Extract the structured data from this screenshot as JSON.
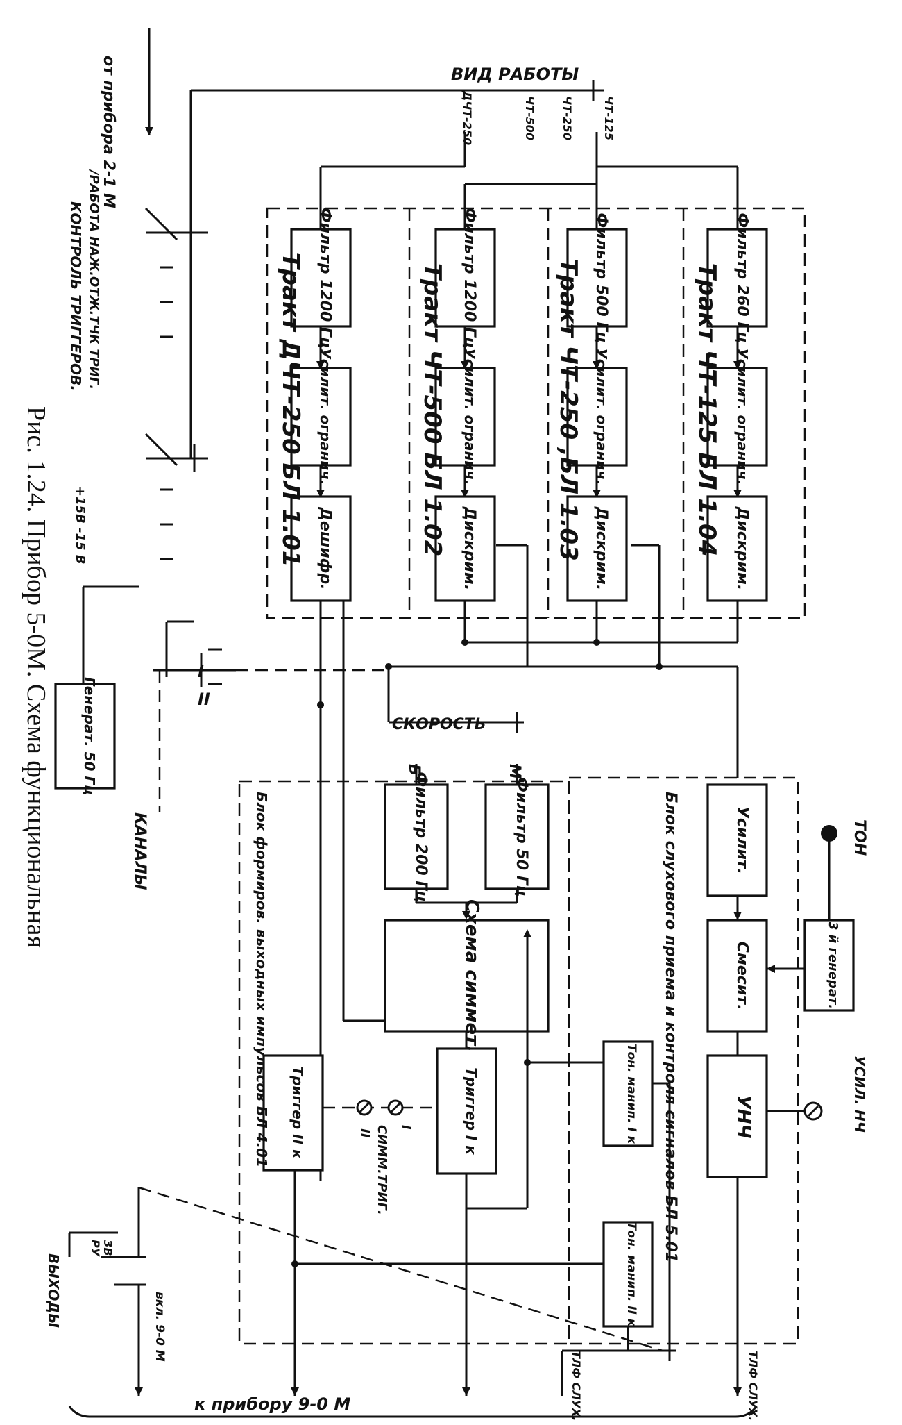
{
  "caption": "Рис. 1.24. Прибор 5-0М. Схема функциональная",
  "left_labels": {
    "from_device": "от прибора 2-1 М",
    "work_trig": "/РАБОТА НАЖ.ОТЖ.ТЧК ТРИГ.",
    "control_triggers": "КОНТРОЛЬ ТРИГГЕРОВ.",
    "power": "+15В -15 В",
    "generator": "Генерат. 50 Гц",
    "channels": "КАНАЛЫ",
    "outputs": "ВЫХОДЫ",
    "out_switch_top": "ЗВ",
    "out_switch_bottom": "РУ",
    "out_on": "вкл. 9-0 М"
  },
  "top": {
    "mode": "ВИД РАБОТЫ",
    "mode_taps": [
      "ДЧТ-250",
      "ЧТ-500",
      "ЧТ-250",
      "ЧТ-125"
    ]
  },
  "paths": [
    {
      "title": "Тракт ДЧТ-250   БЛ 1.01",
      "filter": "Фильтр 1200 Гц",
      "amp": "Усилит. огранич.",
      "last": "Дешифр."
    },
    {
      "title": "Тракт ЧТ-500   БЛ 1.02",
      "filter": "Фильтр 1200 Гц",
      "amp": "Усилит. огранич.",
      "last": "Дискрим."
    },
    {
      "title": "Тракт ЧТ-250 ,БЛ 1.03",
      "filter": "Фильтр 500 Гц",
      "amp": "Усилит. огранич.",
      "last": "Дискрим."
    },
    {
      "title": "Тракт ЧТ-125   БЛ 1.04",
      "filter": "Фильтр 260 Гц",
      "amp": "Усилит. огранич.",
      "last": "Дискрим."
    }
  ],
  "roman": {
    "one": "I",
    "two": "II"
  },
  "speed": {
    "label": "СКОРОСТЬ",
    "b": "Б",
    "m": "М"
  },
  "output_block": {
    "title": "Блок формиров. выходных импульсов БЛ 4.01",
    "filter200": "Фильтр 200 Гц",
    "filter50": "Фильтр 50 Гц",
    "sym": "Схема симмет.",
    "trig2": "Триггер II к",
    "trig1": "Триггер I к",
    "sym_trig": "СИММ.ТРИГ.",
    "sym_i": "I",
    "sym_ii": "II"
  },
  "listen_block": {
    "title": "Блок слухового приема и контроля сигналов БЛ 5.01",
    "amp": "Усилит.",
    "mixer": "Смесит.",
    "lfa": "УНЧ",
    "gen3": "3 й генерат.",
    "tone_man1": "Тон. манип. I к",
    "tone_man2": "Тон. манип. II к"
  },
  "right_labels": {
    "tone": "ТОН",
    "amp_lf": "УСИЛ. НЧ",
    "tlf_receive": "ТЛФ СЛУХ. ПРИЕМ",
    "tlf_control": "ТЛФ СЛУХ. КОНТР"
  },
  "bottom": "к прибору 9-0 М"
}
